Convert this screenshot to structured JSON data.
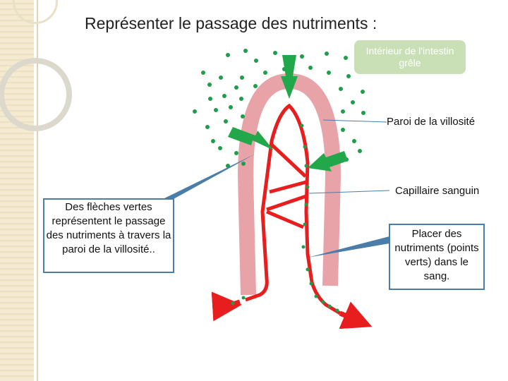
{
  "title": "Représenter le passage des nutriments :",
  "labels": {
    "intestine_interior": "Intérieur de l'intestin grêle",
    "villus_wall": "Paroi de la villosité",
    "blood_capillary": "Capillaire sanguin"
  },
  "callouts": {
    "arrows_explanation": "Des flèches vertes représentent le passage des nutriments à travers la paroi de la villosité..",
    "place_nutrients": "Placer des nutriments (points verts) dans le sang."
  },
  "colors": {
    "nutrient": "#1e9e4a",
    "arrow": "#22a84a",
    "capillary": "#e81e1e",
    "villus_wall": "#e8a3a8",
    "callout_fill": "#4a7ea8",
    "label_box": "#c9e0b6"
  }
}
